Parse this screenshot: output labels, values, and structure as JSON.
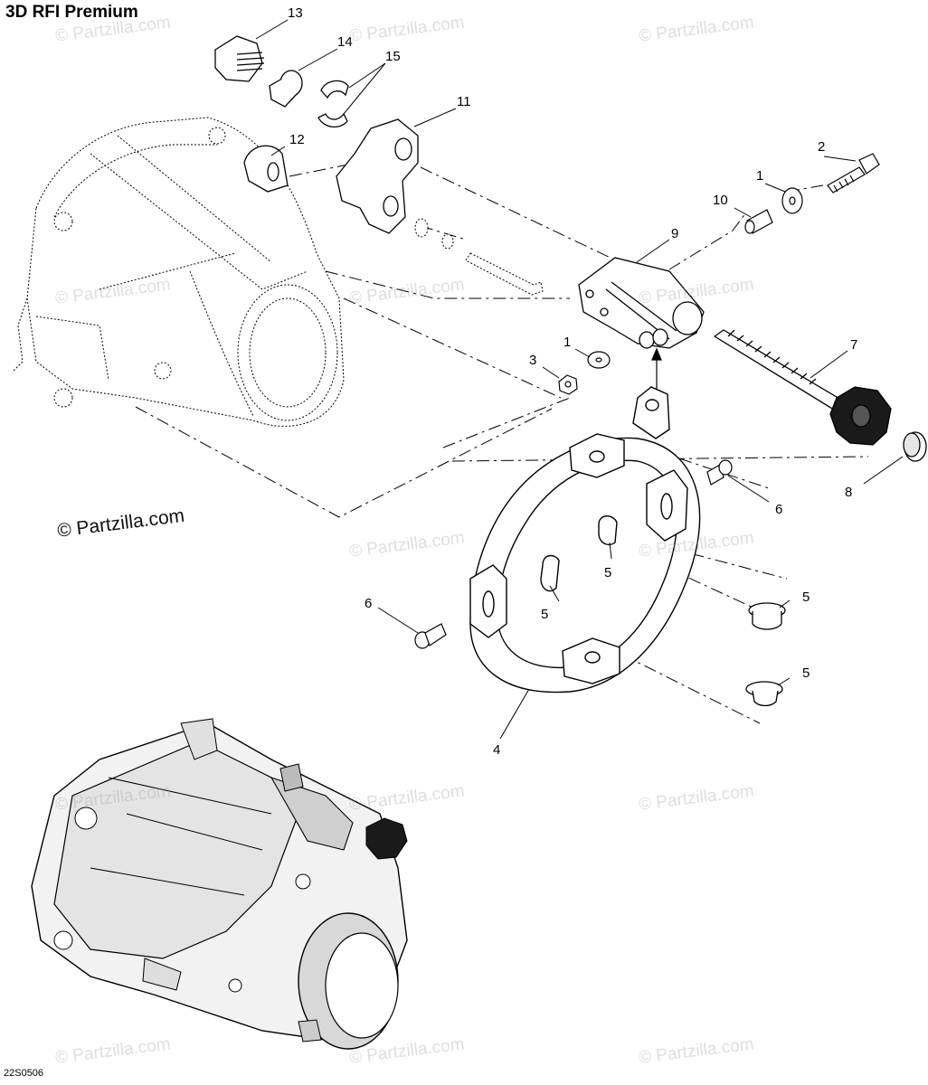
{
  "diagram": {
    "title": "3D RFI Premium",
    "drawing_code": "22S0506",
    "copyright": "© Partzilla.com",
    "watermark": "© Partzilla.com",
    "callouts": [
      {
        "id": "c13",
        "label": "13"
      },
      {
        "id": "c14",
        "label": "14"
      },
      {
        "id": "c15",
        "label": "15"
      },
      {
        "id": "c11",
        "label": "11"
      },
      {
        "id": "c12",
        "label": "12"
      },
      {
        "id": "c2",
        "label": "2"
      },
      {
        "id": "c1a",
        "label": "1"
      },
      {
        "id": "c10",
        "label": "10"
      },
      {
        "id": "c9",
        "label": "9"
      },
      {
        "id": "c1b",
        "label": "1"
      },
      {
        "id": "c3",
        "label": "3"
      },
      {
        "id": "c7",
        "label": "7"
      },
      {
        "id": "c8",
        "label": "8"
      },
      {
        "id": "c6a",
        "label": "6"
      },
      {
        "id": "c5a",
        "label": "5"
      },
      {
        "id": "c5b",
        "label": "5"
      },
      {
        "id": "c5c",
        "label": "5"
      },
      {
        "id": "c5d",
        "label": "5"
      },
      {
        "id": "c6b",
        "label": "6"
      },
      {
        "id": "c4",
        "label": "4"
      }
    ]
  }
}
